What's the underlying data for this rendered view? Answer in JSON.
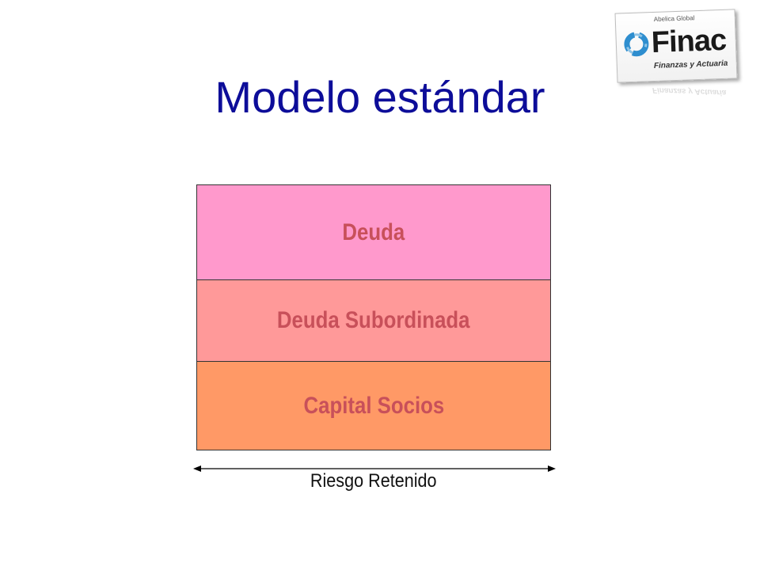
{
  "slide": {
    "title": "Modelo estándar"
  },
  "logo": {
    "top_text": "Abelica Global",
    "name": "Finac",
    "tagline": "Finanzas y Actuaria",
    "colors": {
      "ring": "#2e8ecf",
      "ring_light": "#8fc4e6"
    }
  },
  "diagram": {
    "layers": [
      {
        "label": "Deuda",
        "color": "#ff99cc"
      },
      {
        "label": "Deuda Subordinada",
        "color": "#ff9999"
      },
      {
        "label": "Capital Socios",
        "color": "#ff9966"
      }
    ],
    "text_color": "#c8505a",
    "axis_label": "Riesgo Retenido"
  }
}
